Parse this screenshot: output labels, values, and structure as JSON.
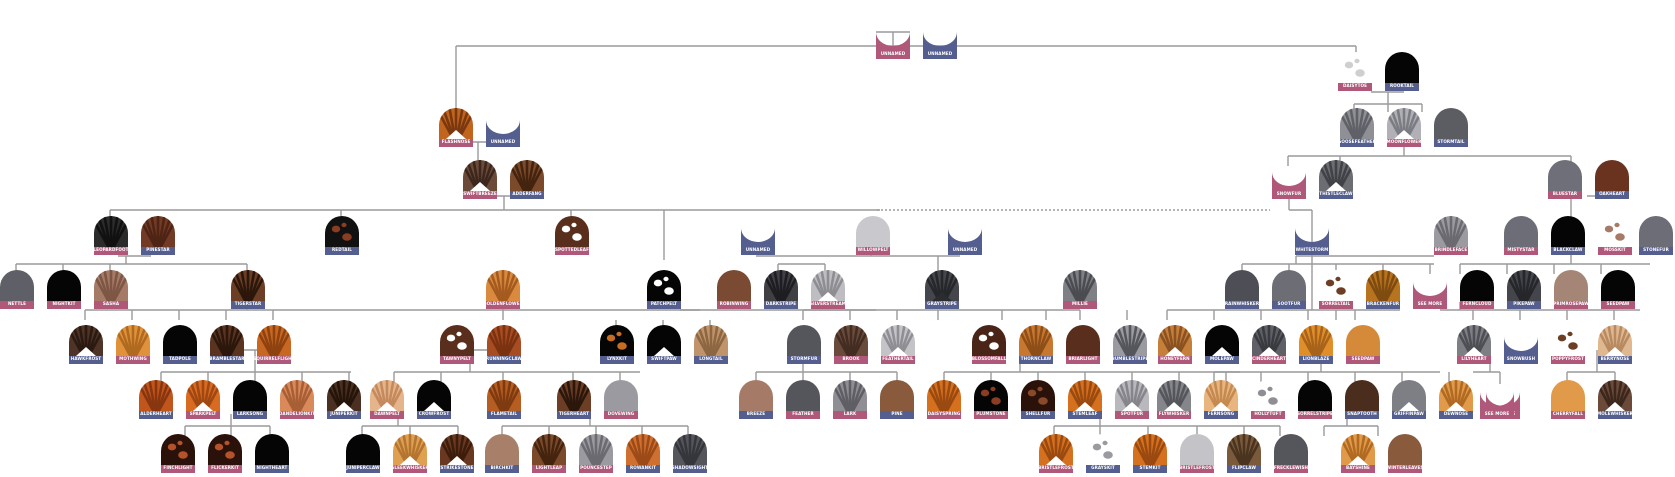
{
  "colors": {
    "female": "#b0587a",
    "male": "#555f8f",
    "line": "#9a9a9a",
    "dotted_line": "#9a9a9a",
    "label_text": "#ffffff"
  },
  "cats": [
    {
      "id": "c1",
      "name": "UNNAMED",
      "sex": "female",
      "pattern": "empty",
      "fur": "#ffffff"
    },
    {
      "id": "c2",
      "name": "UNNAMED",
      "sex": "male",
      "pattern": "empty",
      "fur": "#ffffff"
    },
    {
      "id": "c3",
      "name": "DAISYTOE",
      "sex": "female",
      "pattern": "spotted",
      "fur": "#ffffff",
      "spot": "#cfcfcf"
    },
    {
      "id": "c4",
      "name": "ROOKTAIL",
      "sex": "male",
      "pattern": "solid",
      "fur": "#050505"
    },
    {
      "id": "c5",
      "name": "FLASHNOSE",
      "sex": "female",
      "pattern": "tabby",
      "fur": "#c0641e",
      "stripe": "#7a3810",
      "bib": "#ffffff"
    },
    {
      "id": "c6",
      "name": "UNNAMED",
      "sex": "male",
      "pattern": "empty",
      "fur": "#ffffff"
    },
    {
      "id": "c7",
      "name": "GOOSEFEATHER",
      "sex": "male",
      "pattern": "tabby",
      "fur": "#8f9096",
      "stripe": "#606168"
    },
    {
      "id": "c8",
      "name": "MOONFLOWER",
      "sex": "female",
      "pattern": "tabby",
      "fur": "#b0b0b6",
      "stripe": "#7c7c84",
      "bib": "#ffffff"
    },
    {
      "id": "c9",
      "name": "STORMTAIL",
      "sex": "male",
      "pattern": "solid",
      "fur": "#5c5d63"
    },
    {
      "id": "c10",
      "name": "SWIFTBREEZE",
      "sex": "female",
      "pattern": "tabby",
      "fur": "#6b4a3a",
      "stripe": "#3c271d",
      "bib": "#ffffff"
    },
    {
      "id": "c11",
      "name": "ADDERFANG",
      "sex": "male",
      "pattern": "tabby",
      "fur": "#7a4a2a",
      "stripe": "#44240f"
    },
    {
      "id": "c12",
      "name": "SNOWFUR",
      "sex": "female",
      "pattern": "empty",
      "fur": "#ffffff"
    },
    {
      "id": "c13",
      "name": "THISTLECLAW",
      "sex": "male",
      "pattern": "tabby",
      "fur": "#6c6d73",
      "stripe": "#414247",
      "bib": "#ffffff"
    },
    {
      "id": "c14",
      "name": "BLUESTAR",
      "sex": "female",
      "pattern": "solid",
      "fur": "#6e6f78"
    },
    {
      "id": "c15",
      "name": "OAKHEART",
      "sex": "male",
      "pattern": "solid",
      "fur": "#6a3320"
    },
    {
      "id": "c16",
      "name": "LEOPARDFOOT",
      "sex": "female",
      "pattern": "tabby",
      "fur": "#2b2b2b",
      "stripe": "#111111"
    },
    {
      "id": "c17",
      "name": "PINESTAR",
      "sex": "male",
      "pattern": "tabby",
      "fur": "#733a25",
      "stripe": "#4e2415"
    },
    {
      "id": "c18",
      "name": "REDTAIL",
      "sex": "male",
      "pattern": "spotted",
      "fur": "#111111",
      "spot": "#8a3d22"
    },
    {
      "id": "c19",
      "name": "SPOTTEDLEAF",
      "sex": "female",
      "pattern": "spotted",
      "fur": "#5a2e1c",
      "spot": "#ffffff"
    },
    {
      "id": "c20",
      "name": "UNNAMED",
      "sex": "male",
      "pattern": "empty",
      "fur": "#ffffff"
    },
    {
      "id": "c21",
      "name": "WILLOWPELT",
      "sex": "female",
      "pattern": "solid",
      "fur": "#c9c9cd"
    },
    {
      "id": "c22",
      "name": "UNNAMED",
      "sex": "male",
      "pattern": "empty",
      "fur": "#ffffff"
    },
    {
      "id": "c23",
      "name": "WHITESTORM",
      "sex": "male",
      "pattern": "empty",
      "fur": "#ffffff"
    },
    {
      "id": "c24",
      "name": "BRINDLEFACE",
      "sex": "female",
      "pattern": "tabby",
      "fur": "#9a9aa0",
      "stripe": "#6a6a70"
    },
    {
      "id": "c25",
      "name": "MISTYSTAR",
      "sex": "female",
      "pattern": "solid",
      "fur": "#6c6d77"
    },
    {
      "id": "c26",
      "name": "BLACKCLAW",
      "sex": "male",
      "pattern": "solid",
      "fur": "#050505"
    },
    {
      "id": "c27",
      "name": "MOSSKIT",
      "sex": "female",
      "pattern": "spotted",
      "fur": "#ffffff",
      "spot": "#a57a66"
    },
    {
      "id": "c28",
      "name": "STONEFUR",
      "sex": "male",
      "pattern": "solid",
      "fur": "#6c6d77"
    },
    {
      "id": "c29",
      "name": "NETTLE",
      "sex": "female",
      "pattern": "solid",
      "fur": "#5f6067"
    },
    {
      "id": "c30",
      "name": "NIGHTKIT",
      "sex": "female",
      "pattern": "solid",
      "fur": "#050505"
    },
    {
      "id": "c31",
      "name": "SASHA",
      "sex": "female",
      "pattern": "tabby",
      "fur": "#a57a66",
      "stripe": "#7d5646"
    },
    {
      "id": "c32",
      "name": "TIGERSTAR",
      "sex": "male",
      "pattern": "tabby",
      "fur": "#6b3e25",
      "stripe": "#2c170c"
    },
    {
      "id": "c33",
      "name": "GOLDENFLOWER",
      "sex": "female",
      "pattern": "tabby",
      "fur": "#d98a3f",
      "stripe": "#a55b1f"
    },
    {
      "id": "c34",
      "name": "PATCHPELT",
      "sex": "male",
      "pattern": "spotted",
      "fur": "#050505",
      "spot": "#ffffff"
    },
    {
      "id": "c35",
      "name": "ROBINWING",
      "sex": "female",
      "pattern": "solid",
      "fur": "#7a4a33"
    },
    {
      "id": "c36",
      "name": "DARKSTRIPE",
      "sex": "male",
      "pattern": "tabby",
      "fur": "#3f3f44",
      "stripe": "#1e1e22"
    },
    {
      "id": "c37",
      "name": "SILVERSTREAM",
      "sex": "female",
      "pattern": "tabby",
      "fur": "#bdbdc2",
      "stripe": "#8d8d92",
      "bib": "#ffffff"
    },
    {
      "id": "c38",
      "name": "GRAYSTRIPE",
      "sex": "male",
      "pattern": "tabby",
      "fur": "#45464c",
      "stripe": "#26272b",
      "bib": "#2b2c30"
    },
    {
      "id": "c39",
      "name": "MILLIE",
      "sex": "female",
      "pattern": "tabby",
      "fur": "#7f8086",
      "stripe": "#4b4c51"
    },
    {
      "id": "c40",
      "name": "RAINWHISKER",
      "sex": "male",
      "pattern": "solid",
      "fur": "#4e4f56"
    },
    {
      "id": "c41",
      "name": "SOOTFUR",
      "sex": "male",
      "pattern": "solid",
      "fur": "#6c6d75"
    },
    {
      "id": "c42",
      "name": "SORRELTAIL",
      "sex": "female",
      "pattern": "spotted",
      "fur": "#ffffff",
      "spot": "#6b3e25"
    },
    {
      "id": "c43",
      "name": "BRACKENFUR",
      "sex": "male",
      "pattern": "tabby",
      "fur": "#b8731f",
      "stripe": "#7e4c10"
    },
    {
      "id": "c44",
      "name": "SEE MORE",
      "sex": "female",
      "pattern": "empty",
      "fur": "#ffffff"
    },
    {
      "id": "c45",
      "name": "FERNCLOUD",
      "sex": "female",
      "pattern": "solid",
      "fur": "#050505"
    },
    {
      "id": "c46",
      "name": "PIKEPAW",
      "sex": "male",
      "pattern": "tabby",
      "fur": "#45464c",
      "stripe": "#26272b"
    },
    {
      "id": "c47",
      "name": "PRIMROSEPAW",
      "sex": "female",
      "pattern": "solid",
      "fur": "#a58676"
    },
    {
      "id": "c48",
      "name": "SEEDPAW",
      "sex": "female",
      "pattern": "solid",
      "fur": "#050505"
    },
    {
      "id": "c49",
      "name": "HAWKFROST",
      "sex": "male",
      "pattern": "tabby",
      "fur": "#4f3326",
      "stripe": "#2a1a12",
      "bib": "#ffffff"
    },
    {
      "id": "c50",
      "name": "MOTHWING",
      "sex": "female",
      "pattern": "tabby",
      "fur": "#e0923b",
      "stripe": "#b06a20"
    },
    {
      "id": "c51",
      "name": "TADPOLE",
      "sex": "male",
      "pattern": "solid",
      "fur": "#050505"
    },
    {
      "id": "c52",
      "name": "BRAMBLESTAR",
      "sex": "male",
      "pattern": "tabby",
      "fur": "#5b3421",
      "stripe": "#2c170c"
    },
    {
      "id": "c53",
      "name": "SQUIRRELFLIGHT",
      "sex": "female",
      "pattern": "tabby",
      "fur": "#c76722",
      "stripe": "#8e4210"
    },
    {
      "id": "c54",
      "name": "TAWNYPELT",
      "sex": "female",
      "pattern": "spotted",
      "fur": "#5a2e1c",
      "spot": "#ffffff"
    },
    {
      "id": "c55",
      "name": "RUNNINGCLAW",
      "sex": "male",
      "pattern": "tabby",
      "fur": "#a84d22",
      "stripe": "#7a3210"
    },
    {
      "id": "c56",
      "name": "LYNXKIT",
      "sex": "male",
      "pattern": "spotted",
      "fur": "#050505",
      "spot": "#c66d22"
    },
    {
      "id": "c57",
      "name": "SWIFTPAW",
      "sex": "male",
      "pattern": "solid",
      "fur": "#050505",
      "bib": "#ffffff"
    },
    {
      "id": "c58",
      "name": "LONGTAIL",
      "sex": "male",
      "pattern": "tabby",
      "fur": "#c0946a",
      "stripe": "#8d6642"
    },
    {
      "id": "c59",
      "name": "STORMFUR",
      "sex": "male",
      "pattern": "solid",
      "fur": "#55565c"
    },
    {
      "id": "c60",
      "name": "BROOK",
      "sex": "female",
      "pattern": "tabby",
      "fur": "#6a4b3b",
      "stripe": "#432d22"
    },
    {
      "id": "c61",
      "name": "FEATHERTAIL",
      "sex": "female",
      "pattern": "tabby",
      "fur": "#c4c4c8",
      "stripe": "#8e8e94",
      "bib": "#ffffff"
    },
    {
      "id": "c62",
      "name": "BLOSSOMFALL",
      "sex": "female",
      "pattern": "spotted",
      "fur": "#4a2417",
      "spot": "#ffffff"
    },
    {
      "id": "c63",
      "name": "THORNCLAW",
      "sex": "male",
      "pattern": "tabby",
      "fur": "#c7772f",
      "stripe": "#8e4e18"
    },
    {
      "id": "c64",
      "name": "BRIARLIGHT",
      "sex": "female",
      "pattern": "solid",
      "fur": "#5a2e1c"
    },
    {
      "id": "c65",
      "name": "BUMBLESTRIPE",
      "sex": "male",
      "pattern": "tabby",
      "fur": "#9a9aa0",
      "stripe": "#55565c"
    },
    {
      "id": "c66",
      "name": "HONEYFERN",
      "sex": "female",
      "pattern": "tabby",
      "fur": "#c57f3a",
      "stripe": "#8a5222",
      "bib": "#ffffff"
    },
    {
      "id": "c67",
      "name": "MOLEPAW",
      "sex": "male",
      "pattern": "solid",
      "fur": "#050505",
      "bib": "#ffffff"
    },
    {
      "id": "c68",
      "name": "CINDERHEART",
      "sex": "female",
      "pattern": "tabby",
      "fur": "#5f6067",
      "stripe": "#3a3b40",
      "bib": "#ffffff"
    },
    {
      "id": "c69",
      "name": "LIONBLAZE",
      "sex": "male",
      "pattern": "tabby",
      "fur": "#e08e2a",
      "stripe": "#a8631b"
    },
    {
      "id": "c70",
      "name": "SEEDPAW",
      "sex": "female",
      "pattern": "solid",
      "fur": "#d58a3a"
    },
    {
      "id": "c71",
      "name": "ALDERHEART",
      "sex": "male",
      "pattern": "tabby",
      "fur": "#c0561c",
      "stripe": "#883610"
    },
    {
      "id": "c72",
      "name": "SPARKPELT",
      "sex": "female",
      "pattern": "tabby",
      "fur": "#d86a22",
      "stripe": "#a04812",
      "bib": "#ffffff"
    },
    {
      "id": "c73",
      "name": "LARKSONG",
      "sex": "male",
      "pattern": "solid",
      "fur": "#050505"
    },
    {
      "id": "c74",
      "name": "DANDELIONKIT",
      "sex": "female",
      "pattern": "tabby",
      "fur": "#d9895a",
      "stripe": "#a85f36"
    },
    {
      "id": "c75",
      "name": "JUNIPERKIT",
      "sex": "male",
      "pattern": "tabby",
      "fur": "#4b2f22",
      "stripe": "#241409",
      "bib": "#ffffff"
    },
    {
      "id": "c76",
      "name": "DAWNPELT",
      "sex": "female",
      "pattern": "tabby",
      "fur": "#e5b48a",
      "stripe": "#c48a5e",
      "bib": "#ffffff"
    },
    {
      "id": "c77",
      "name": "CROWFROST",
      "sex": "male",
      "pattern": "solid",
      "fur": "#050505",
      "bib": "#ffffff"
    },
    {
      "id": "c78",
      "name": "FLAMETAIL",
      "sex": "male",
      "pattern": "tabby",
      "fur": "#b65d22",
      "stripe": "#7e3a10"
    },
    {
      "id": "c79",
      "name": "TIGERHEART",
      "sex": "male",
      "pattern": "tabby",
      "fur": "#6b3e25",
      "stripe": "#2c170c"
    },
    {
      "id": "c80",
      "name": "DOVEWING",
      "sex": "female",
      "pattern": "solid",
      "fur": "#9a9aa0"
    },
    {
      "id": "c81",
      "name": "FINCHLIGHT",
      "sex": "female",
      "pattern": "spotted",
      "fur": "#2a120a",
      "spot": "#b4522a"
    },
    {
      "id": "c82",
      "name": "FLICKERKIT",
      "sex": "female",
      "pattern": "spotted",
      "fur": "#2a120a",
      "spot": "#b4522a"
    },
    {
      "id": "c83",
      "name": "NIGHTHEART",
      "sex": "male",
      "pattern": "solid",
      "fur": "#050505"
    },
    {
      "id": "c84",
      "name": "JUNIPERCLAW",
      "sex": "male",
      "pattern": "solid",
      "fur": "#050505"
    },
    {
      "id": "c85",
      "name": "SLEEKWHISKER",
      "sex": "female",
      "pattern": "tabby",
      "fur": "#e0a052",
      "stripe": "#b37530",
      "bib": "#ffffff"
    },
    {
      "id": "c86",
      "name": "STRIKESTONE",
      "sex": "male",
      "pattern": "tabby",
      "fur": "#6a3820",
      "stripe": "#3c1d0c",
      "bib": "#ffffff"
    },
    {
      "id": "c87",
      "name": "BIRCHKIT",
      "sex": "male",
      "pattern": "solid",
      "fur": "#a8806a"
    },
    {
      "id": "c88",
      "name": "LIGHTLEAP",
      "sex": "female",
      "pattern": "tabby",
      "fur": "#7a4a2a",
      "stripe": "#44240f"
    },
    {
      "id": "c89",
      "name": "POUNCESTEP",
      "sex": "female",
      "pattern": "tabby",
      "fur": "#9a9aa0",
      "stripe": "#6a6a70"
    },
    {
      "id": "c90",
      "name": "ROWANKIT",
      "sex": "male",
      "pattern": "tabby",
      "fur": "#d07030",
      "stripe": "#9c4a18"
    },
    {
      "id": "c91",
      "name": "SHADOWSIGHT",
      "sex": "male",
      "pattern": "tabby",
      "fur": "#55565c",
      "stripe": "#35363b"
    },
    {
      "id": "c92",
      "name": "BREEZE",
      "sex": "male",
      "pattern": "solid",
      "fur": "#a57a66"
    },
    {
      "id": "c93",
      "name": "FEATHER",
      "sex": "female",
      "pattern": "solid",
      "fur": "#55565c"
    },
    {
      "id": "c94",
      "name": "LARK",
      "sex": "female",
      "pattern": "tabby",
      "fur": "#8e8e94",
      "stripe": "#5e5e64"
    },
    {
      "id": "c95",
      "name": "PINE",
      "sex": "male",
      "pattern": "solid",
      "fur": "#8a5a3c"
    },
    {
      "id": "c96",
      "name": "DAISYSPRING",
      "sex": "female",
      "pattern": "tabby",
      "fur": "#d4701e",
      "stripe": "#9a4a10"
    },
    {
      "id": "c97",
      "name": "PLUMSTONE",
      "sex": "female",
      "pattern": "spotted",
      "fur": "#050505",
      "spot": "#8a3d22"
    },
    {
      "id": "c98",
      "name": "SHELLFUR",
      "sex": "male",
      "pattern": "spotted",
      "fur": "#2a120a",
      "spot": "#8a4a2a"
    },
    {
      "id": "c99",
      "name": "STEMLEAF",
      "sex": "male",
      "pattern": "tabby",
      "fur": "#d4701e",
      "stripe": "#9a4a10",
      "bib": "#ffffff"
    },
    {
      "id": "c100",
      "name": "SPOTFUR",
      "sex": "female",
      "pattern": "tabby",
      "fur": "#b8b8bd",
      "stripe": "#85858b",
      "bib": "#ffffff"
    },
    {
      "id": "c101",
      "name": "FLYWHISKER",
      "sex": "female",
      "pattern": "tabby",
      "fur": "#85868c",
      "stripe": "#55565c",
      "bib": "#ffffff"
    },
    {
      "id": "c102",
      "name": "FERNSONG",
      "sex": "male",
      "pattern": "tabby",
      "fur": "#e8b57e",
      "stripe": "#c58a52",
      "bib": "#ffffff"
    },
    {
      "id": "c103",
      "name": "HOLLYTUFT",
      "sex": "female",
      "pattern": "spotted",
      "fur": "#ffffff",
      "spot": "#8e8e94"
    },
    {
      "id": "c104",
      "name": "SORRELSTRIPE",
      "sex": "female",
      "pattern": "solid",
      "fur": "#050505"
    },
    {
      "id": "c105",
      "name": "SNAPTOOTH",
      "sex": "male",
      "pattern": "solid",
      "fur": "#4a2d1c"
    },
    {
      "id": "c106",
      "name": "GRIFFINPAW",
      "sex": "male",
      "pattern": "solid",
      "fur": "#7e7f85",
      "bib": "#ffffff"
    },
    {
      "id": "c107",
      "name": "DEWNOSE",
      "sex": "male",
      "pattern": "tabby",
      "fur": "#e09a4a",
      "stripe": "#b06a22",
      "bib": "#ffffff"
    },
    {
      "id": "c108",
      "name": "SEE MORE",
      "sex": "female",
      "pattern": "empty",
      "fur": "#ffffff"
    },
    {
      "id": "c109",
      "name": "BRISTLEFROST",
      "sex": "female",
      "pattern": "tabby",
      "fur": "#d4701e",
      "stripe": "#9a4a10",
      "bib": "#ffffff"
    },
    {
      "id": "c110",
      "name": "GRAYSKIT",
      "sex": "male",
      "pattern": "spotted",
      "fur": "#ffffff",
      "spot": "#9a9aa0"
    },
    {
      "id": "c111",
      "name": "STEMKIT",
      "sex": "male",
      "pattern": "tabby",
      "fur": "#d4701e",
      "stripe": "#9a4a10"
    },
    {
      "id": "c112",
      "name": "BRISTLEFROST",
      "sex": "female",
      "pattern": "solid",
      "fur": "#c4c4c8"
    },
    {
      "id": "c113",
      "name": "FLIPCLAW",
      "sex": "male",
      "pattern": "tabby",
      "fur": "#7a5a3a",
      "stripe": "#4a3420"
    },
    {
      "id": "c114",
      "name": "FRECKLEWISH",
      "sex": "female",
      "pattern": "solid",
      "fur": "#55565c"
    },
    {
      "id": "c115",
      "name": "LILYHEART",
      "sex": "female",
      "pattern": "tabby",
      "fur": "#7e7f85",
      "stripe": "#4e4f55",
      "bib": "#ffffff"
    },
    {
      "id": "c116",
      "name": "SNOWBUSH",
      "sex": "male",
      "pattern": "empty",
      "fur": "#ffffff"
    },
    {
      "id": "c117",
      "name": "POPPYFROST",
      "sex": "female",
      "pattern": "spotted",
      "fur": "#ffffff",
      "spot": "#6b3e25"
    },
    {
      "id": "c118",
      "name": "BERRYNOSE",
      "sex": "male",
      "pattern": "tabby",
      "fur": "#e0b890",
      "stripe": "#b88a62",
      "bib": "#ffffff"
    },
    {
      "id": "c119",
      "name": "SEE MORE",
      "sex": "female",
      "pattern": "empty",
      "fur": "#ffffff"
    },
    {
      "id": "c120",
      "name": "CHERRYFALL",
      "sex": "female",
      "pattern": "solid",
      "fur": "#e09a4a"
    },
    {
      "id": "c121",
      "name": "MOLEWHISKER",
      "sex": "male",
      "pattern": "tabby",
      "fur": "#6b4a3a",
      "stripe": "#3c271d",
      "bib": "#ffffff"
    },
    {
      "id": "c122",
      "name": "BAYSHINE",
      "sex": "female",
      "pattern": "tabby",
      "fur": "#e09a4a",
      "stripe": "#b06a22",
      "bib": "#ffffff"
    },
    {
      "id": "c123",
      "name": "WINTERLEAVES",
      "sex": "female",
      "pattern": "solid",
      "fur": "#8a5a3c"
    },
    {
      "id": "c124",
      "name": "SEE MORE",
      "sex": "female",
      "pattern": "empty",
      "fur": "#ffffff"
    }
  ]
}
